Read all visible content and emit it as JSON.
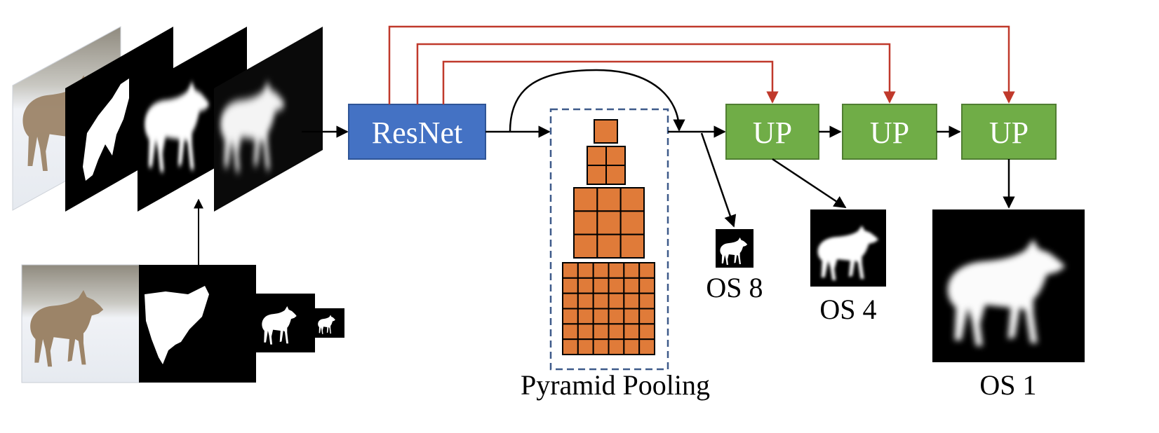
{
  "nodes": {
    "resnet": {
      "label": "ResNet",
      "color": "#4472C4"
    },
    "up1": {
      "label": "UP",
      "color": "#70AD47"
    },
    "up2": {
      "label": "UP",
      "color": "#70AD47"
    },
    "up3": {
      "label": "UP",
      "color": "#70AD47"
    }
  },
  "pyramid": {
    "label": "Pyramid Pooling",
    "cell_color": "#E07B39",
    "grid_levels": [
      1,
      2,
      3,
      6
    ]
  },
  "outputs": [
    {
      "label": "OS 8"
    },
    {
      "label": "OS 4"
    },
    {
      "label": "OS 1"
    }
  ],
  "colors": {
    "skip_connections": "#C0392B",
    "flow": "#000000",
    "pool_border": "#3E5A8A",
    "snow": "#EEF1F6",
    "wolf_fur": "#9C8468",
    "mask_bg": "#000000",
    "mask_fg": "#FFFFFF"
  }
}
